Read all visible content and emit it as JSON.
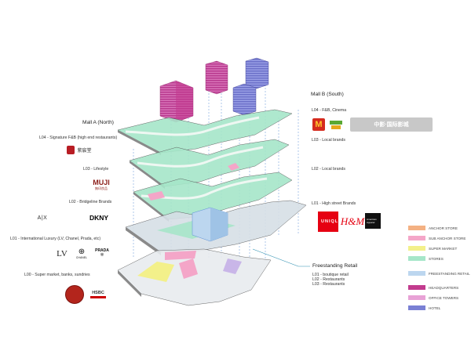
{
  "mall_a": {
    "title": "Mall A (North)",
    "levels": [
      {
        "label": "L04 - Signature F&B (high end restaurants)",
        "brands": [
          "紫宸堂"
        ]
      },
      {
        "label": "L03 - Lifestyle",
        "brands": [
          "MUJI",
          "無印良品"
        ]
      },
      {
        "label": "L02 - Bridgeline Brands",
        "brands": [
          "A|X",
          "DKNY"
        ]
      },
      {
        "label": "L01 - International Luxury (LV, Chanel, Prada, etc)",
        "brands": [
          "LV",
          "CHANEL",
          "PRADA"
        ]
      },
      {
        "label": "L00 - Super market, banks, sundries",
        "brands": [
          "HSBC"
        ]
      }
    ]
  },
  "mall_b": {
    "title": "Mall B (South)",
    "levels": [
      {
        "label": "L04 - F&B, Cinema",
        "brands": [
          "M",
          "中影·国际影城"
        ]
      },
      {
        "label": "L03 - Local brands"
      },
      {
        "label": "L02 - Local brands"
      },
      {
        "label": "L01 - High street Brands",
        "brands": [
          "UNIQLO",
          "H&M",
          "American Apparel"
        ]
      }
    ]
  },
  "freestanding": {
    "title": "Freestanding Retail",
    "lines": [
      "L01 - boutique retail",
      "L02 - Restaurants",
      "L03 - Restaurants"
    ]
  },
  "legend": [
    {
      "label": "ANCHOR STORE",
      "color": "#f4b183"
    },
    {
      "label": "SUB ANCHOR STORE",
      "color": "#f4a6c8"
    },
    {
      "label": "SUPER MARKET",
      "color": "#f3f08a"
    },
    {
      "label": "STORES",
      "color": "#a6e6c9"
    },
    {
      "label": "FREESTANDING RETAIL",
      "color": "#bcd6ef"
    },
    {
      "label": "HEADQUARTERS",
      "color": "#c23b8e"
    },
    {
      "label": "OFFICE TOWERS",
      "color": "#e8a2d6"
    },
    {
      "label": "HOTEL",
      "color": "#7a80d4"
    }
  ]
}
